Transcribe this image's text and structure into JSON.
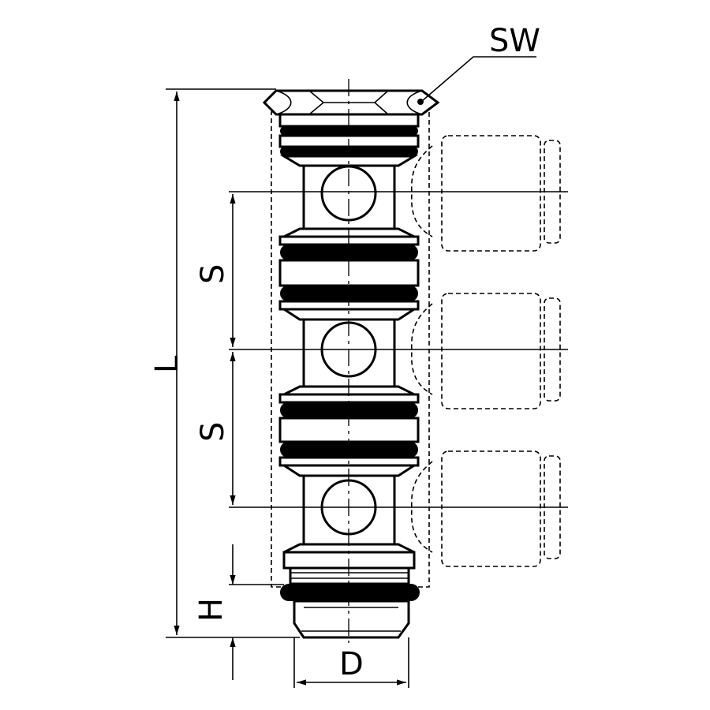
{
  "labels": {
    "sw": "SW",
    "length": "L",
    "spacing_top": "S",
    "spacing_bottom": "S",
    "height": "H",
    "diameter": "D"
  }
}
